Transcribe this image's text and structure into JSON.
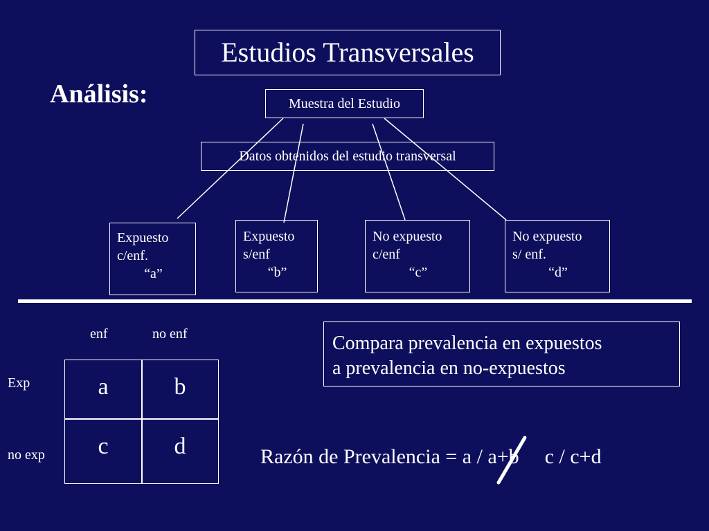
{
  "title": "Estudios Transversales",
  "heading": "Análisis:",
  "sample": "Muestra del Estudio",
  "data_box": "Datos obtenidos del estudio transversal",
  "categories": [
    {
      "line1": "Expuesto",
      "line2": "c/enf.",
      "code": "“a”"
    },
    {
      "line1": "Expuesto",
      "line2": "s/enf",
      "code": "“b”"
    },
    {
      "line1": "No expuesto",
      "line2": "c/enf",
      "code": "“c”"
    },
    {
      "line1": "No expuesto",
      "line2": "s/ enf.",
      "code": "“d”"
    }
  ],
  "table": {
    "col_headers": [
      "enf",
      "no enf"
    ],
    "row_headers": [
      "Exp",
      "no exp"
    ],
    "cells": [
      [
        "a",
        "b"
      ],
      [
        "c",
        "d"
      ]
    ]
  },
  "compare": {
    "line1": "Compara prevalencia en expuestos",
    "line2": "a prevalencia en no-expuestos"
  },
  "formula": {
    "part1": "Razón de Prevalencia = a / a+b",
    "part2": "c / c+d"
  },
  "colors": {
    "background": "#0e0f5c",
    "foreground": "#ffffff"
  }
}
